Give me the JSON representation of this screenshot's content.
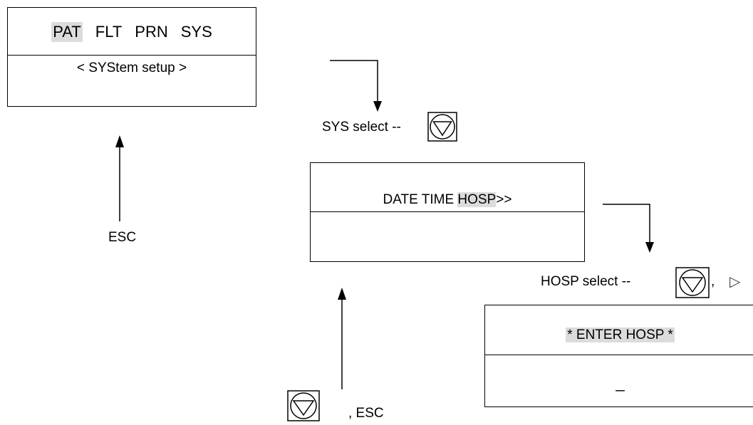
{
  "screen1": {
    "menu": [
      "PAT",
      "FLT",
      "PRN",
      "SYS"
    ],
    "highlighted_index": 0,
    "subtitle": "< SYStem setup >"
  },
  "screen2": {
    "line1_prefix": "DATE TIME ",
    "line1_highlight": "HOSP",
    "line1_suffix": ">>"
  },
  "screen3": {
    "title": "* ENTER HOSP *",
    "cursor": "_"
  },
  "labels": {
    "sys_select": "SYS select --",
    "hosp_select": "HOSP select --",
    "hosp_select_sep": ",",
    "right_glyph": "▷",
    "esc_left": "ESC",
    "esc_bottom": ", ESC"
  },
  "icons": {
    "down_key": "down-triangle-key-icon"
  }
}
